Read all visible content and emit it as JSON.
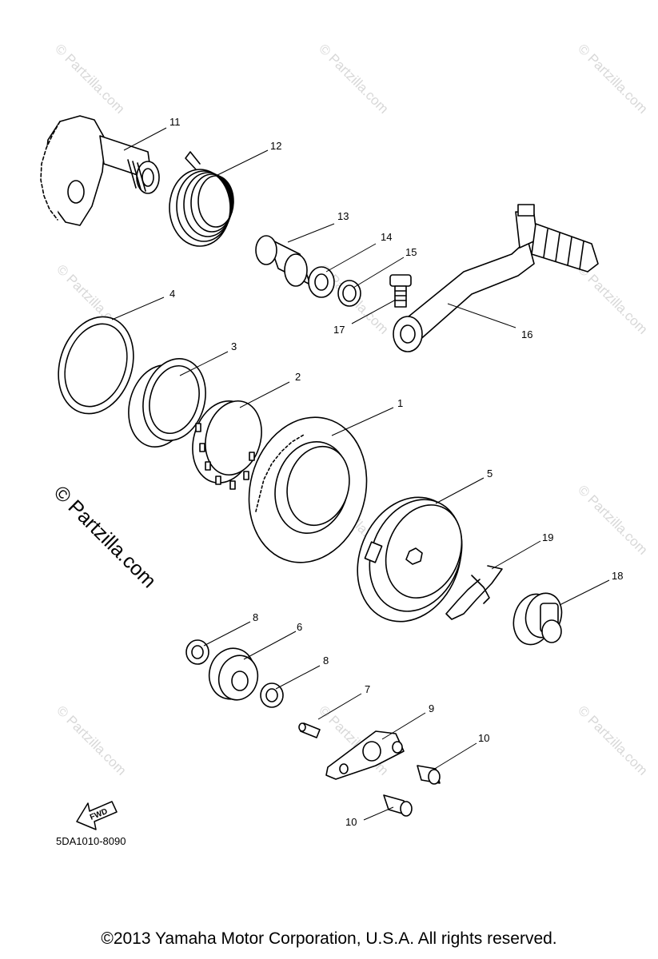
{
  "watermark": "© Partzilla.com",
  "side_watermark": "© Partzilla.com",
  "diagram_code": "5DA1010-8090",
  "fwd_label": "FWD",
  "copyright": "©2013 Yamaha Motor Corporation, U.S.A. All rights reserved.",
  "callouts": [
    {
      "id": "c11",
      "label": "11"
    },
    {
      "id": "c12",
      "label": "12"
    },
    {
      "id": "c13",
      "label": "13"
    },
    {
      "id": "c14",
      "label": "14"
    },
    {
      "id": "c15",
      "label": "15"
    },
    {
      "id": "c17",
      "label": "17"
    },
    {
      "id": "c16",
      "label": "16"
    },
    {
      "id": "c4",
      "label": "4"
    },
    {
      "id": "c3",
      "label": "3"
    },
    {
      "id": "c2",
      "label": "2"
    },
    {
      "id": "c1",
      "label": "1"
    },
    {
      "id": "c5",
      "label": "5"
    },
    {
      "id": "c19",
      "label": "19"
    },
    {
      "id": "c18",
      "label": "18"
    },
    {
      "id": "c8a",
      "label": "8"
    },
    {
      "id": "c6",
      "label": "6"
    },
    {
      "id": "c8b",
      "label": "8"
    },
    {
      "id": "c7",
      "label": "7"
    },
    {
      "id": "c9",
      "label": "9"
    },
    {
      "id": "c10a",
      "label": "10"
    },
    {
      "id": "c10b",
      "label": "10"
    }
  ]
}
